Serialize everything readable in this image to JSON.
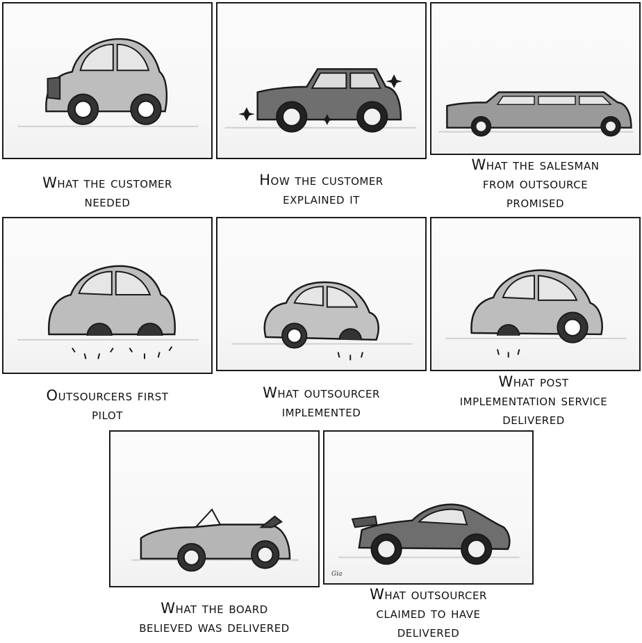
{
  "panels": [
    {
      "id": "customer-needed",
      "caption": "What the customer\nneeded"
    },
    {
      "id": "customer-explained",
      "caption": "How the customer\nexplained it"
    },
    {
      "id": "salesman-promised",
      "caption": "What the salesman\nfrom outsource\npromised"
    },
    {
      "id": "first-pilot",
      "caption": "Outsourcers first\npilot"
    },
    {
      "id": "outsourcer-implemented",
      "caption": "What outsourcer\nimplemented"
    },
    {
      "id": "post-implementation",
      "caption": "What post\nimplementation service\ndelivered"
    },
    {
      "id": "board-believed",
      "caption": "What the board\nbelieved was delivered"
    },
    {
      "id": "outsourcer-claimed",
      "caption": "What outsourcer\nclaimed to have\ndelivered"
    }
  ],
  "artist_signature": "Gia",
  "colors": {
    "ink": "#1a1a1a",
    "car_body": "#b9b9b9",
    "car_dark": "#7a7a7a",
    "glass": "#e6e6e6"
  }
}
